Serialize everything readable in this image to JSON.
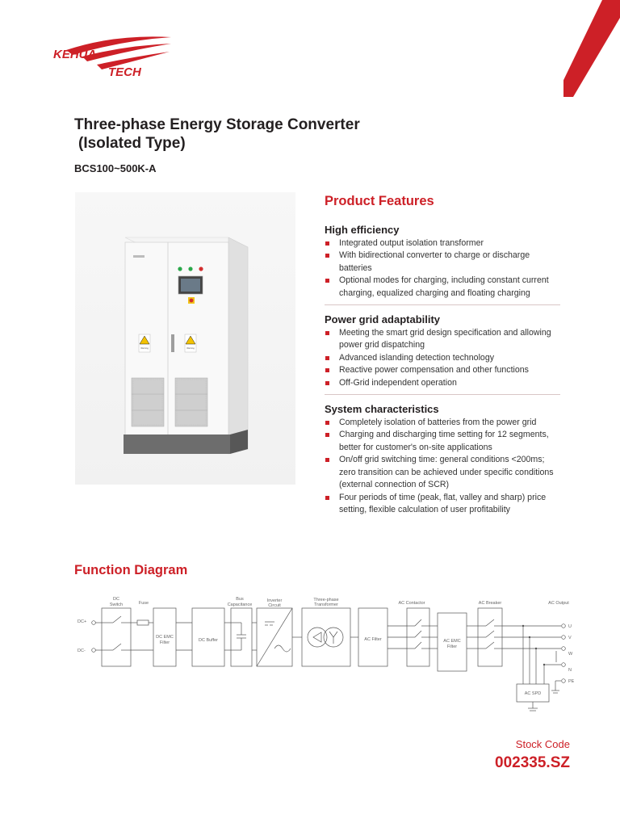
{
  "brand": {
    "logo_line1": "KEHUA",
    "logo_line2": "TECH",
    "red": "#cd2027"
  },
  "title_line1": "Three-phase Energy Storage Converter",
  "title_line2": "(Isolated Type)",
  "model": "BCS100~500K-A",
  "product_image": {
    "warning_label": "Warning"
  },
  "features": {
    "title": "Product Features",
    "sections": [
      {
        "title": "High efficiency",
        "items": [
          "Integrated output isolation transformer",
          "With bidirectional converter to charge or discharge batteries",
          "Optional modes for charging, including constant current charging, equalized charging and floating charging"
        ]
      },
      {
        "title": "Power grid adaptability",
        "items": [
          "Meeting the smart grid design specification and allowing power grid dispatching",
          "Advanced islanding detection technology",
          "Reactive power compensation and other functions",
          "Off-Grid independent operation"
        ]
      },
      {
        "title": "System characteristics",
        "items": [
          "Completely isolation of batteries from the power grid",
          "Charging and discharging time setting for 12 segments, better for customer's on-site applications",
          "On/off grid switching time: general conditions <200ms; zero transition can be achieved under specific conditions (external connection of SCR)",
          "Four periods of time (peak, flat, valley and sharp) price setting, flexible calculation of user profitability"
        ]
      }
    ]
  },
  "function_diagram": {
    "title": "Function Diagram",
    "labels": {
      "dc_switch_1": "DC",
      "dc_switch_2": "Switch",
      "fuse": "Fuse",
      "bus_cap_1": "Bus",
      "bus_cap_2": "Capacitance",
      "inverter_1": "Inverter",
      "inverter_2": "Circuit",
      "transformer_1": "Three-phase",
      "transformer_2": "Transformer",
      "ac_contactor": "AC Contactor",
      "ac_breaker": "AC Breaker",
      "ac_output": "AC Output",
      "dc_plus": "DC+",
      "dc_minus": "DC-",
      "dc_emc_1": "DC EMC",
      "dc_emc_2": "Filter",
      "dc_buffer": "DC Buffer",
      "ac_filter": "AC Filter",
      "ac_emc_1": "AC EMC",
      "ac_emc_2": "Filter",
      "ac_spd": "AC SPD",
      "u": "U",
      "v": "V",
      "w": "W",
      "n": "N",
      "pe": "PE"
    }
  },
  "stock": {
    "label": "Stock Code",
    "code": "002335.SZ"
  }
}
